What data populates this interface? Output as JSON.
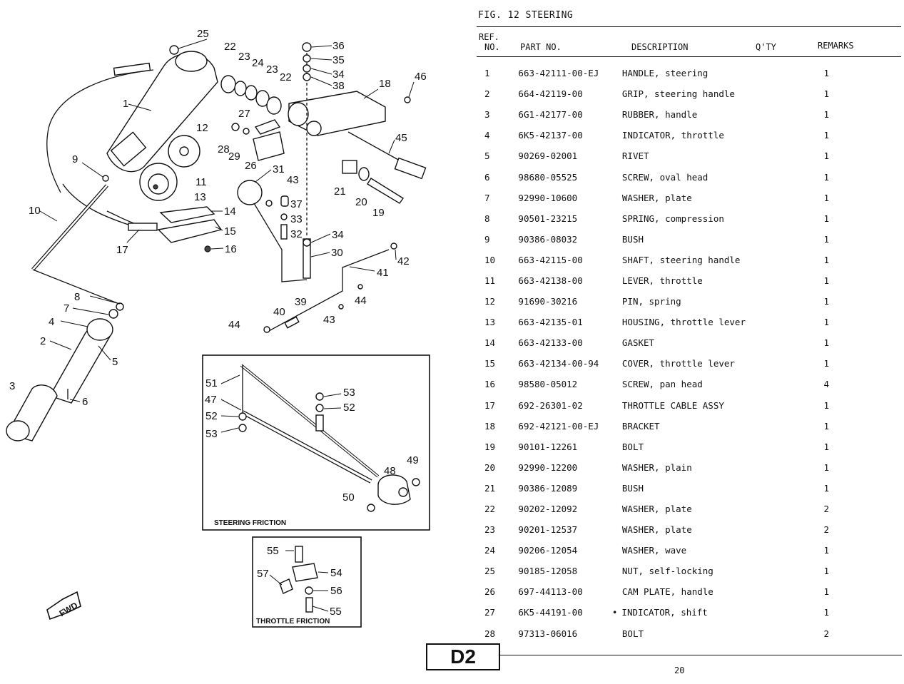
{
  "figure": {
    "title": "FIG. 12  STEERING"
  },
  "table": {
    "headers": {
      "ref_line1": "REF.",
      "ref_line2": "NO.",
      "part_no": "PART NO.",
      "description": "DESCRIPTION",
      "qty": "Q'TY",
      "remarks": "REMARKS"
    },
    "rows": [
      {
        "ref": "1",
        "part": "663-42111-00-EJ",
        "desc": "HANDLE, steering",
        "qty": "1"
      },
      {
        "ref": "2",
        "part": "664-42119-00",
        "desc": "GRIP, steering handle",
        "qty": "1"
      },
      {
        "ref": "3",
        "part": "6G1-42177-00",
        "desc": "RUBBER, handle",
        "qty": "1"
      },
      {
        "ref": "4",
        "part": "6K5-42137-00",
        "desc": "INDICATOR, throttle",
        "qty": "1"
      },
      {
        "ref": "5",
        "part": "90269-02001",
        "desc": "RIVET",
        "qty": "1"
      },
      {
        "ref": "6",
        "part": "98680-05525",
        "desc": "SCREW, oval head",
        "qty": "1"
      },
      {
        "ref": "7",
        "part": "92990-10600",
        "desc": "WASHER, plate",
        "qty": "1"
      },
      {
        "ref": "8",
        "part": "90501-23215",
        "desc": "SPRING, compression",
        "qty": "1"
      },
      {
        "ref": "9",
        "part": "90386-08032",
        "desc": "BUSH",
        "qty": "1"
      },
      {
        "ref": "10",
        "part": "663-42115-00",
        "desc": "SHAFT, steering handle",
        "qty": "1"
      },
      {
        "ref": "11",
        "part": "663-42138-00",
        "desc": "LEVER, throttle",
        "qty": "1"
      },
      {
        "ref": "12",
        "part": "91690-30216",
        "desc": "PIN, spring",
        "qty": "1"
      },
      {
        "ref": "13",
        "part": "663-42135-01",
        "desc": "HOUSING, throttle lever",
        "qty": "1"
      },
      {
        "ref": "14",
        "part": "663-42133-00",
        "desc": "GASKET",
        "qty": "1"
      },
      {
        "ref": "15",
        "part": "663-42134-00-94",
        "desc": "COVER, throttle lever",
        "qty": "1"
      },
      {
        "ref": "16",
        "part": "98580-05012",
        "desc": "SCREW, pan head",
        "qty": "4"
      },
      {
        "ref": "17",
        "part": "692-26301-02",
        "desc": "THROTTLE CABLE ASSY",
        "qty": "1"
      },
      {
        "ref": "18",
        "part": "692-42121-00-EJ",
        "desc": "BRACKET",
        "qty": "1"
      },
      {
        "ref": "19",
        "part": "90101-12261",
        "desc": "BOLT",
        "qty": "1"
      },
      {
        "ref": "20",
        "part": "92990-12200",
        "desc": "WASHER, plain",
        "qty": "1"
      },
      {
        "ref": "21",
        "part": "90386-12089",
        "desc": "BUSH",
        "qty": "1"
      },
      {
        "ref": "22",
        "part": "90202-12092",
        "desc": "WASHER, plate",
        "qty": "2"
      },
      {
        "ref": "23",
        "part": "90201-12537",
        "desc": "WASHER, plate",
        "qty": "2"
      },
      {
        "ref": "24",
        "part": "90206-12054",
        "desc": "WASHER, wave",
        "qty": "1"
      },
      {
        "ref": "25",
        "part": "90185-12058",
        "desc": "NUT, self-locking",
        "qty": "1"
      },
      {
        "ref": "26",
        "part": "697-44113-00",
        "desc": "CAM PLATE, handle",
        "qty": "1"
      },
      {
        "ref": "27",
        "part": "6K5-44191-00",
        "desc": "INDICATOR, shift",
        "qty": "1",
        "mark": "•"
      },
      {
        "ref": "28",
        "part": "97313-06016",
        "desc": "BOLT",
        "qty": "2"
      }
    ]
  },
  "diagram": {
    "inset_steering_caption": "STEERING FRICTION",
    "inset_throttle_caption": "THROTTLE FRICTION",
    "fwd_label": "FWD",
    "callouts": [
      "1",
      "2",
      "3",
      "4",
      "5",
      "6",
      "7",
      "8",
      "9",
      "10",
      "11",
      "12",
      "13",
      "14",
      "15",
      "16",
      "17",
      "18",
      "19",
      "20",
      "21",
      "22",
      "22",
      "23",
      "23",
      "24",
      "25",
      "26",
      "27",
      "28",
      "29",
      "30",
      "31",
      "32",
      "33",
      "34",
      "34",
      "35",
      "36",
      "37",
      "38",
      "39",
      "40",
      "41",
      "42",
      "43",
      "43",
      "44",
      "44",
      "45",
      "46",
      "47",
      "48",
      "49",
      "50",
      "51",
      "52",
      "52",
      "53",
      "53",
      "54",
      "55",
      "55",
      "56",
      "57"
    ]
  },
  "footer": {
    "section": "D2",
    "page": "20"
  }
}
